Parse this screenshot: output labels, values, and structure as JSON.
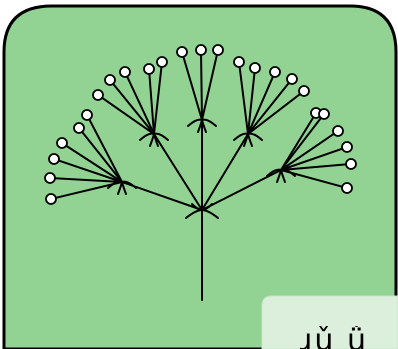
{
  "card": {
    "background": "#92d293",
    "border": "#000000",
    "icon": "umbel-flower-icon"
  },
  "panel": {
    "background": "#dcefdc",
    "caption": "ɻǔ ǘ"
  },
  "umbel": {
    "stroke": "#000000",
    "floret_fill": "#ffffff",
    "primary_rays": 5,
    "florets_per_umbellet": [
      6,
      5,
      3,
      5,
      6
    ]
  }
}
